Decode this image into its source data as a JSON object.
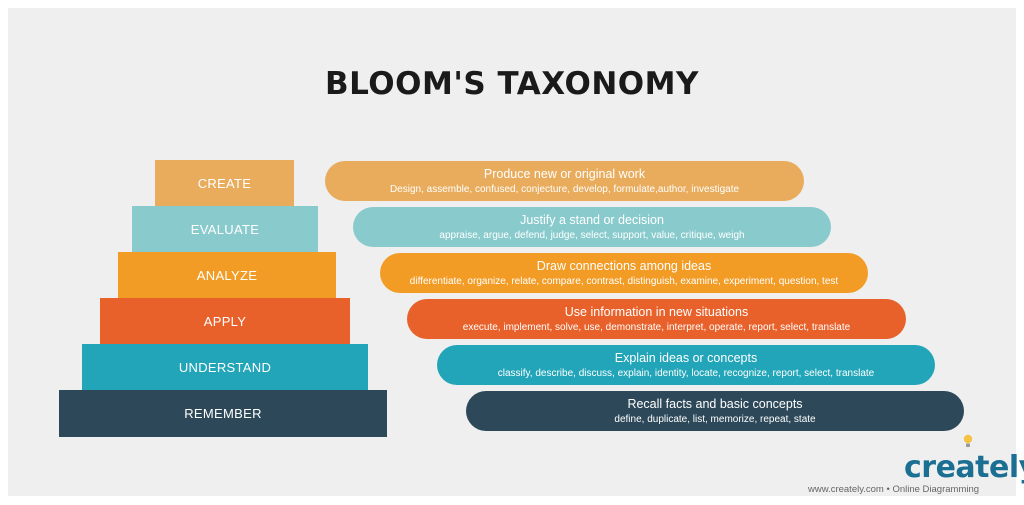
{
  "title": "BLOOM'S TAXONOMY",
  "levels": [
    {
      "name": "CREATE",
      "heading": "Produce new or original work",
      "verbs": "Design, assemble, confused, conjecture, develop, formulate,author, investigate",
      "color": "#e8ac5c"
    },
    {
      "name": "EVALUATE",
      "heading": "Justify a stand or decision",
      "verbs": "appraise, argue, defend, judge, select, support, value, critique, weigh",
      "color": "#89cbcd"
    },
    {
      "name": "ANALYZE",
      "heading": "Draw connections among ideas",
      "verbs": "differentiate, organize, relate, compare, contrast, distinguish, examine, experiment, question, test",
      "color": "#f29c26"
    },
    {
      "name": "APPLY",
      "heading": "Use information in new situations",
      "verbs": "execute, implement, solve, use, demonstrate, interpret, operate, report, select, translate",
      "color": "#e8612a"
    },
    {
      "name": "UNDERSTAND",
      "heading": "Explain ideas or concepts",
      "verbs": "classify, describe, discuss, explain, identity, locate, recognize, report, select, translate",
      "color": "#22a5b8"
    },
    {
      "name": "REMEMBER",
      "heading": "Recall facts and basic concepts",
      "verbs": "define, duplicate, list, memorize, repeat, state",
      "color": "#2d4858"
    }
  ],
  "branding": {
    "logo": "creately",
    "tagline": "www.creately.com • Online Diagramming",
    "logo_color": "#1b6f93",
    "bulb_color": "#f5c242"
  }
}
